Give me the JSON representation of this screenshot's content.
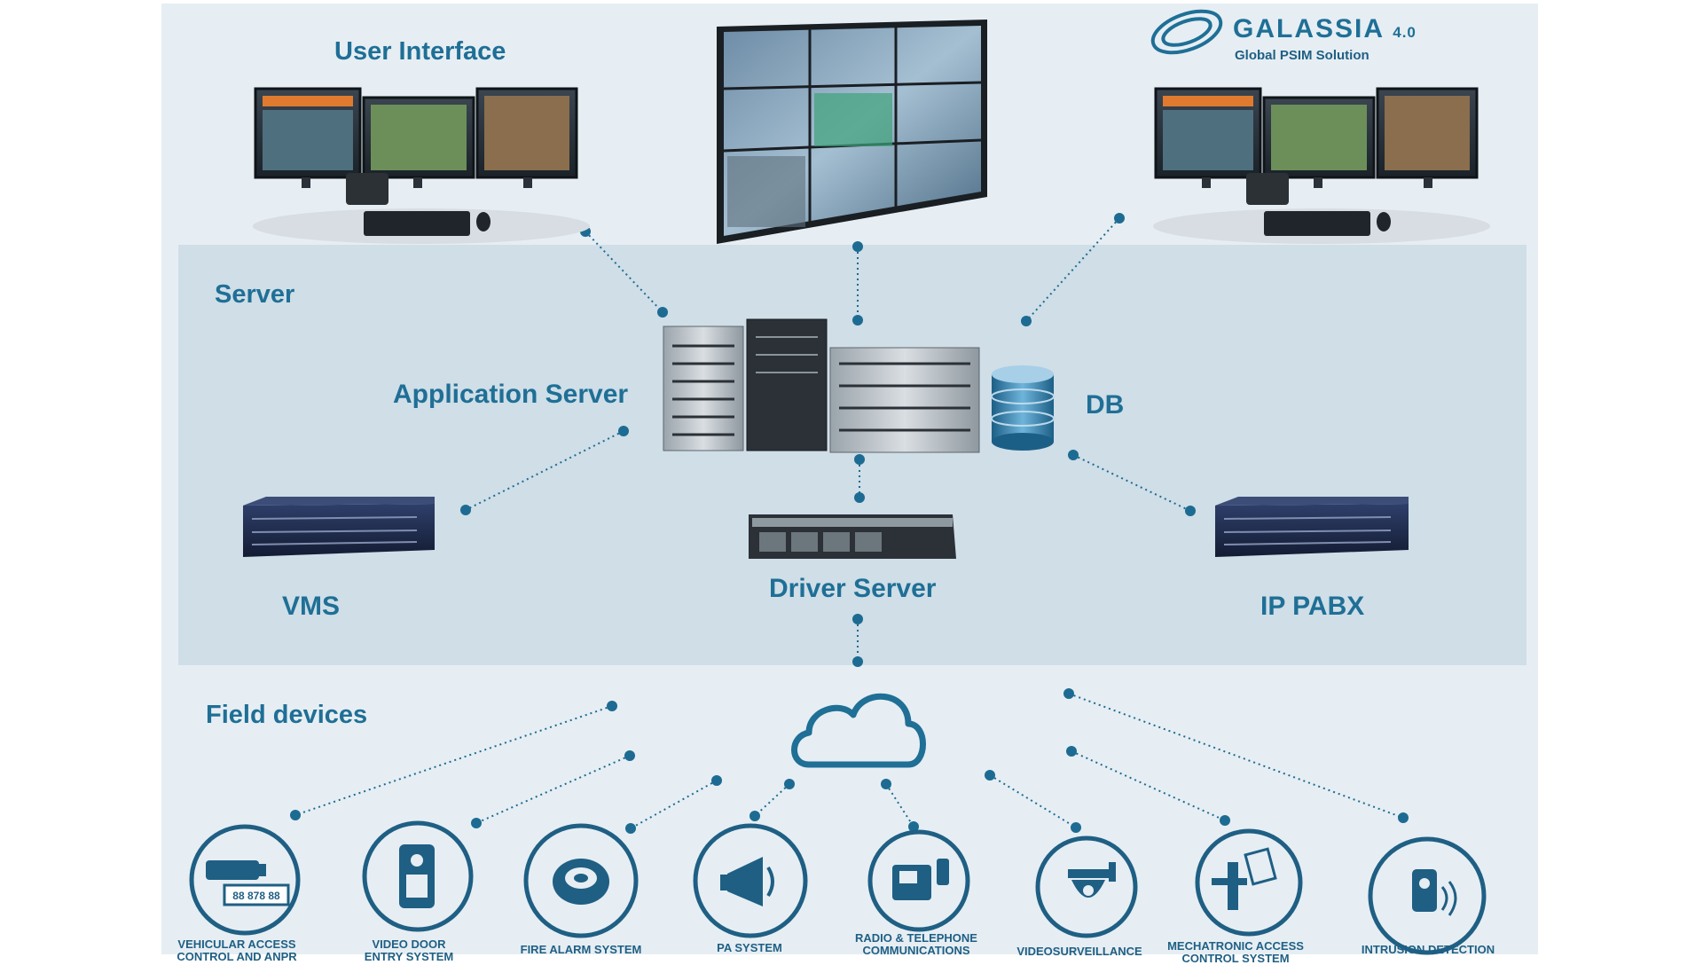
{
  "brand": {
    "name": "GALASSIA",
    "version": "4.0",
    "tagline": "Global PSIM Solution"
  },
  "sections": {
    "user_interface": "User Interface",
    "server": "Server",
    "field_devices": "Field devices"
  },
  "nodes": {
    "application_server": "Application  Server",
    "db": "DB",
    "vms": "VMS",
    "driver_server": "Driver Server",
    "ip_pabx": "IP PABX"
  },
  "video_wall_code": "88 878 88",
  "devices": [
    {
      "label_line1": "VEHICULAR ACCESS",
      "label_line2": "CONTROL AND ANPR",
      "icon": "anpr-camera-icon"
    },
    {
      "label_line1": "VIDEO DOOR",
      "label_line2": "ENTRY SYSTEM",
      "icon": "video-door-icon"
    },
    {
      "label_line1": "FIRE ALARM SYSTEM",
      "label_line2": "",
      "icon": "smoke-detector-icon"
    },
    {
      "label_line1": "PA SYSTEM",
      "label_line2": "",
      "icon": "megaphone-icon"
    },
    {
      "label_line1": "RADIO & TELEPHONE",
      "label_line2": "COMMUNICATIONS",
      "icon": "radio-phone-icon"
    },
    {
      "label_line1": "VIDEOSURVEILLANCE",
      "label_line2": "",
      "icon": "dome-camera-icon"
    },
    {
      "label_line1": "MECHATRONIC ACCESS",
      "label_line2": "CONTROL SYSTEM",
      "icon": "door-handle-card-icon"
    },
    {
      "label_line1": "INTRUSION DETECTION",
      "label_line2": "",
      "icon": "motion-sensor-icon"
    }
  ],
  "colors": {
    "accent": "#1f6f96",
    "dot": "#1d6b92",
    "panel_outer": "#e6eef3",
    "panel_server": "#cfdee7"
  }
}
